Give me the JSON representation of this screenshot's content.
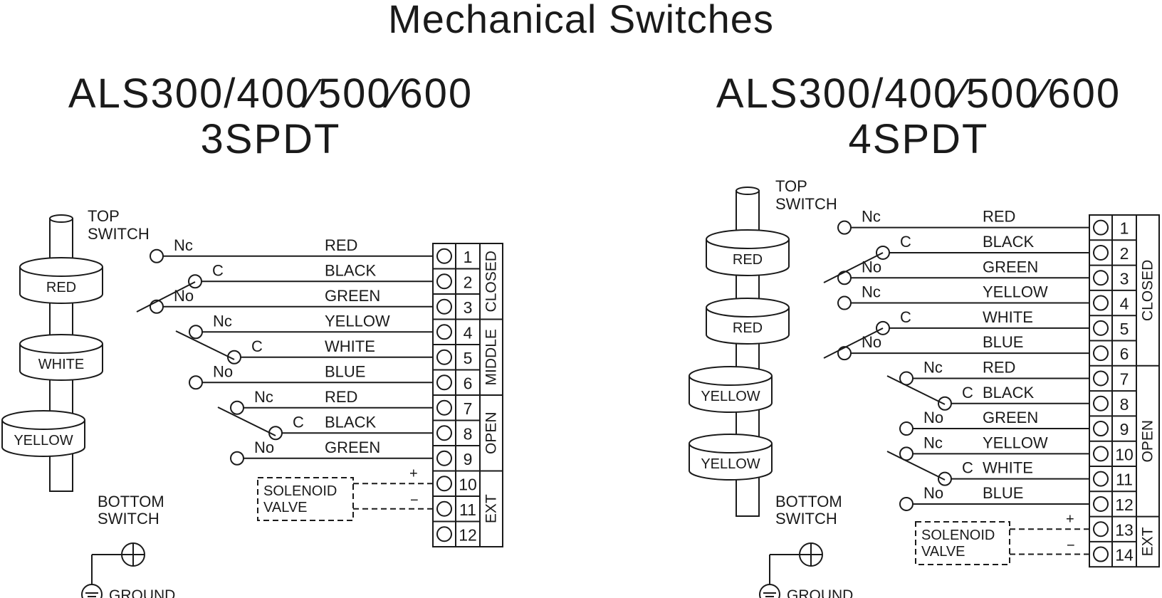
{
  "title": "Mechanical Switches",
  "panels": [
    {
      "model": "ALS300/400∕500∕600",
      "config": "3SPDT",
      "top_switch": [
        "TOP",
        "SWITCH"
      ],
      "bottom_switch": [
        "BOTTOM",
        "SWITCH"
      ],
      "ground": "GROUND",
      "cams": [
        "RED",
        "WHITE",
        "YELLOW"
      ],
      "contacts": [
        {
          "pos": "Nc",
          "color": "RED"
        },
        {
          "pos": "C",
          "color": "BLACK"
        },
        {
          "pos": "No",
          "color": "GREEN"
        },
        {
          "pos": "Nc",
          "color": "YELLOW"
        },
        {
          "pos": "C",
          "color": "WHITE"
        },
        {
          "pos": "No",
          "color": "BLUE"
        },
        {
          "pos": "Nc",
          "color": "RED"
        },
        {
          "pos": "C",
          "color": "BLACK"
        },
        {
          "pos": "No",
          "color": "GREEN"
        }
      ],
      "terminals": [
        "1",
        "2",
        "3",
        "4",
        "5",
        "6",
        "7",
        "8",
        "9",
        "10",
        "11",
        "12"
      ],
      "groups": [
        "CLOSED",
        "MIDDLE",
        "OPEN",
        "EXT"
      ],
      "solenoid": [
        "SOLENOID",
        "VALVE"
      ],
      "plus": "+",
      "minus": "−"
    },
    {
      "model": "ALS300/400∕500∕600",
      "config": "4SPDT",
      "top_switch": [
        "TOP",
        "SWITCH"
      ],
      "bottom_switch": [
        "BOTTOM",
        "SWITCH"
      ],
      "ground": "GROUND",
      "cams": [
        "RED",
        "RED",
        "YELLOW",
        "YELLOW"
      ],
      "contacts": [
        {
          "pos": "Nc",
          "color": "RED"
        },
        {
          "pos": "C",
          "color": "BLACK"
        },
        {
          "pos": "No",
          "color": "GREEN"
        },
        {
          "pos": "Nc",
          "color": "YELLOW"
        },
        {
          "pos": "C",
          "color": "WHITE"
        },
        {
          "pos": "No",
          "color": "BLUE"
        },
        {
          "pos": "Nc",
          "color": "RED"
        },
        {
          "pos": "C",
          "color": "BLACK"
        },
        {
          "pos": "No",
          "color": "GREEN"
        },
        {
          "pos": "Nc",
          "color": "YELLOW"
        },
        {
          "pos": "C",
          "color": "WHITE"
        },
        {
          "pos": "No",
          "color": "BLUE"
        }
      ],
      "terminals": [
        "1",
        "2",
        "3",
        "4",
        "5",
        "6",
        "7",
        "8",
        "9",
        "10",
        "11",
        "12",
        "13",
        "14"
      ],
      "groups": [
        "CLOSED",
        "OPEN",
        "EXT"
      ],
      "solenoid": [
        "SOLENOID",
        "VALVE"
      ],
      "plus": "+",
      "minus": "−"
    }
  ]
}
